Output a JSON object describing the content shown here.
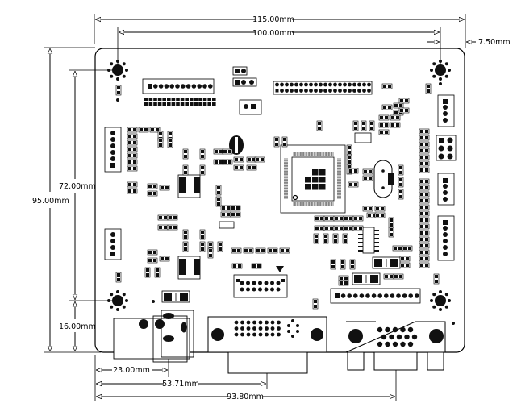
{
  "title": "PCB board mechanical dimension drawing",
  "dimensions": {
    "overall_width": "115.00mm",
    "hole_spacing_x": "100.00mm",
    "right_hole_offset": "7.50mm",
    "overall_height": "95.00mm",
    "hole_spacing_y": "72.00mm",
    "bottom_hole_offset": "16.00mm",
    "dc_jack_offset": "23.00mm",
    "dvi_offset": "53.71mm",
    "vga_offset": "93.80mm"
  },
  "components": {
    "mounting_holes": [
      "top-left",
      "top-right",
      "bottom-left",
      "bottom-right"
    ],
    "connectors": [
      "lvds-header",
      "panel-header-40pin",
      "dvi-connector",
      "vga-connector",
      "dc-power-jack",
      "ffc-connector",
      "keypad-header"
    ],
    "main_ic": "scaler-qfp"
  }
}
